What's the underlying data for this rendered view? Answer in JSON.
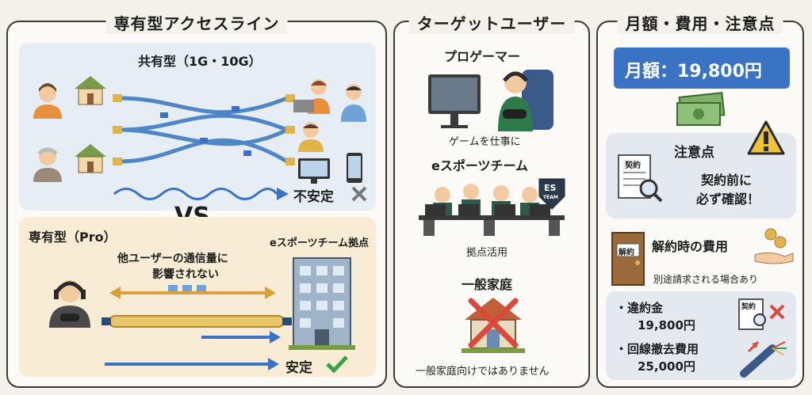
{
  "left_panel": {
    "title": "専有型アクセスライン",
    "shared": {
      "label": "共有型（1G・10G）",
      "status": "不安定"
    },
    "vs": "VS",
    "dedicated": {
      "label": "専有型（Pro）",
      "note_line1": "他ユーザーの通信量に",
      "note_line2": "影響されない",
      "building_label": "eスポーツチーム拠点",
      "status": "安定"
    }
  },
  "middle_panel": {
    "title": "ターゲットユーザー",
    "pro_gamer": {
      "label": "プロゲーマー",
      "caption": "ゲームを仕事に"
    },
    "esports_team": {
      "label": "eスポーツチーム",
      "caption": "拠点活用",
      "badge_line1": "ES",
      "badge_line2": "TEAM"
    },
    "household": {
      "label": "一般家庭",
      "caption": "一般家庭向けではありません"
    }
  },
  "right_panel": {
    "title": "月額・費用・注意点",
    "monthly": "月額：19,800円",
    "caution": {
      "title": "注意点",
      "doc_label": "契約",
      "line1": "契約前に",
      "line2": "必ず確認！"
    },
    "cancel": {
      "door_label": "解約",
      "title": "解約時の費用",
      "note": "別途請求される場合あり"
    },
    "fees": {
      "penalty_label": "・違約金",
      "penalty_value": "19,800円",
      "removal_label": "・回線撤去費用",
      "removal_value": "25,000円",
      "doc_label": "契約"
    }
  },
  "colors": {
    "accent_blue": "#3a73c4",
    "cable_blue": "#6fa3d8",
    "gold": "#e0b44a",
    "green_check": "#3aa14a",
    "red_x": "#d94a3a"
  }
}
